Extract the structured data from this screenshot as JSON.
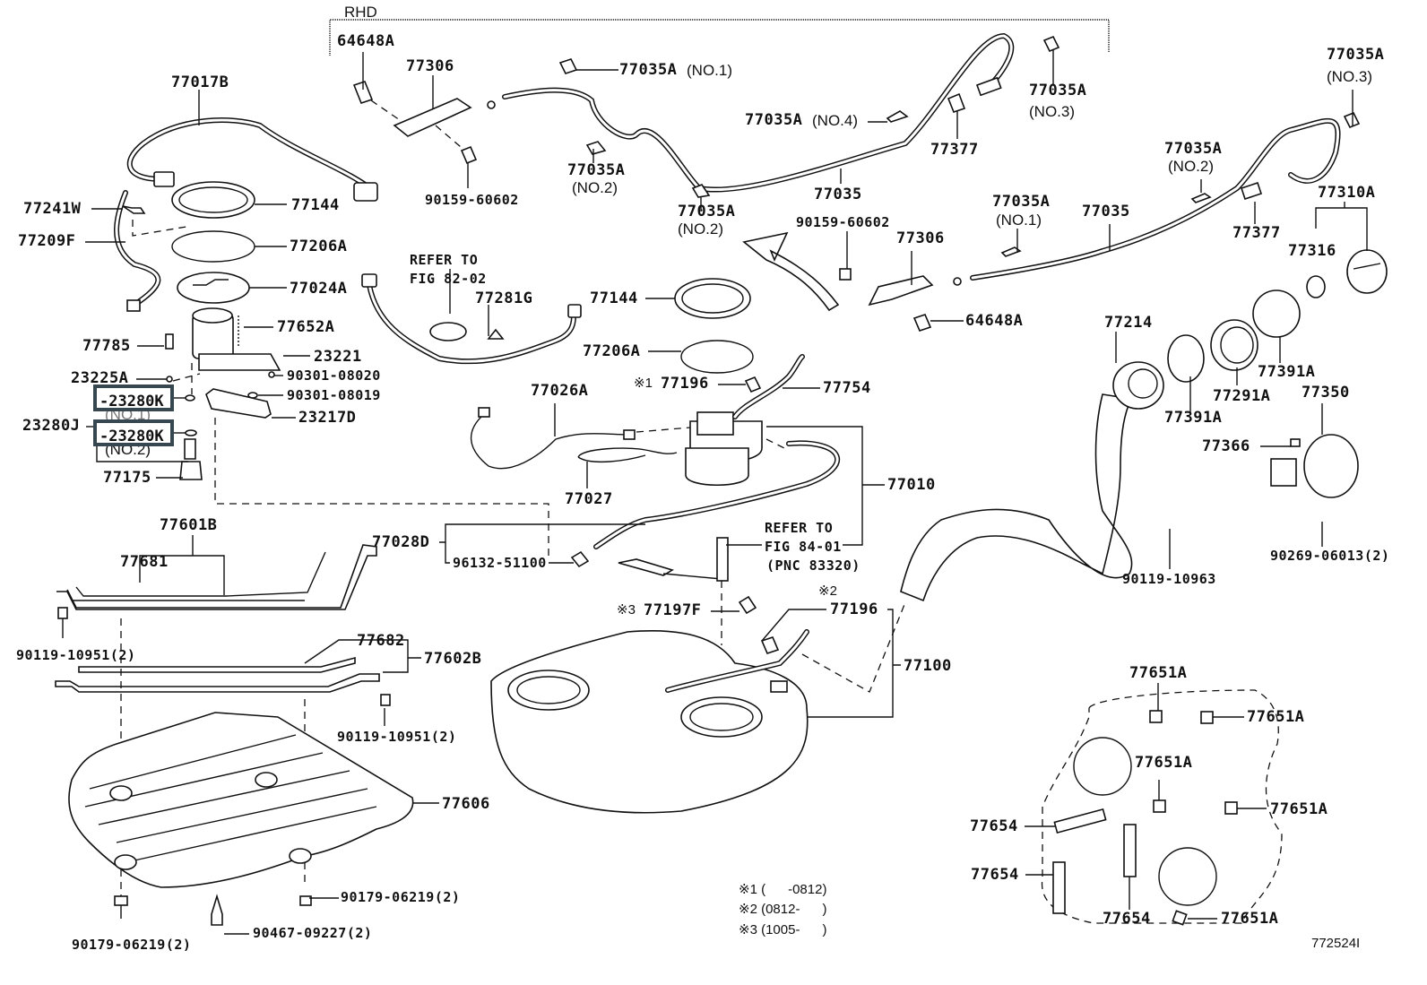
{
  "title": "Fuel tank & tube parts diagram",
  "figure_id": "772524I",
  "sections": {
    "rhd_label": "RHD"
  },
  "labels": {
    "p64648A_top": "64648A",
    "p77306_top": "77306",
    "p90159_top": "90159-60602",
    "p77035A_no1_top": "77035A",
    "p77035A_no1_top_sub": "(NO.1)",
    "p77035A_no4": "77035A",
    "p77035A_no4_sub": "(NO.4)",
    "p77377_top": "77377",
    "p77035A_no3_top": "77035A",
    "p77035A_no3_top_sub": "(NO.3)",
    "p77035A_no2_a": "77035A",
    "p77035A_no2_a_sub": "(NO.2)",
    "p77035A_no2_b": "77035A",
    "p77035A_no2_b_sub": "(NO.2)",
    "p77035_top": "77035",
    "p77035A_no3_right": "77035A",
    "p77035A_no3_right_sub": "(NO.3)",
    "p77035A_no2_right": "77035A",
    "p77035A_no2_right_sub": "(NO.2)",
    "p77035A_no1_right": "77035A",
    "p77035A_no1_right_sub": "(NO.1)",
    "p77035_right": "77035",
    "p77377_right": "77377",
    "p77310A": "77310A",
    "p77316": "77316",
    "p90159_mid": "90159-60602",
    "p77306_mid": "77306",
    "p64648A_mid": "64648A",
    "p77017B": "77017B",
    "p77241W": "77241W",
    "p77209F": "77209F",
    "p77144_left": "77144",
    "p77206A_left": "77206A",
    "p77024A": "77024A",
    "p77652A": "77652A",
    "p77785": "77785",
    "p23221": "23221",
    "p23225A": "23225A",
    "p90301_08020": "90301-08020",
    "p23280K_no1": "-23280K",
    "p23280K_no1_sub": "(NO.1)",
    "p90301_08019": "90301-08019",
    "p23280J": "23280J",
    "p23217D": "23217D",
    "p23280K_no2": "-23280K",
    "p23280K_no2_sub": "(NO.2)",
    "p77175": "77175",
    "refer_82_line1": "REFER TO",
    "refer_82_line2": "FIG 82-02",
    "p77281G": "77281G",
    "p77144_mid": "77144",
    "p77206A_mid": "77206A",
    "p77196_top_mark": "※1",
    "p77196_top": "77196",
    "p77754": "77754",
    "p77026A": "77026A",
    "p77027": "77027",
    "p77010": "77010",
    "p77214": "77214",
    "p77391A_a": "77391A",
    "p77291A": "77291A",
    "p77391A_b": "77391A",
    "p77350": "77350",
    "p77366": "77366",
    "p90269": "90269-06013(2)",
    "p90119_10963": "90119-10963",
    "p77601B": "77601B",
    "p77681": "77681",
    "p77028D": "77028D",
    "p96132": "96132-51100",
    "refer_84_line1": "REFER TO",
    "refer_84_line2": "FIG 84-01",
    "refer_84_line3": "(PNC 83320)",
    "p77197F_mark": "※3",
    "p77197F": "77197F",
    "p77196_bot_mark": "※2",
    "p77196_bot": "77196",
    "p90119_10951_a": "90119-10951(2)",
    "p77682": "77682",
    "p77602B": "77602B",
    "p90119_10951_b": "90119-10951(2)",
    "p77100": "77100",
    "p77606": "77606",
    "p90179_a": "90179-06219(2)",
    "p90179_b": "90179-06219(2)",
    "p90467": "90467-09227(2)",
    "p77651A_1": "77651A",
    "p77651A_2": "77651A",
    "p77651A_3": "77651A",
    "p77651A_4": "77651A",
    "p77651A_5": "77651A",
    "p77654_1": "77654",
    "p77654_2": "77654",
    "p77654_3": "77654"
  },
  "notes": [
    "※1 (      -0812)",
    "※2 (0812-      )",
    "※3 (1005-      )"
  ],
  "highlight_color": "#37474f"
}
